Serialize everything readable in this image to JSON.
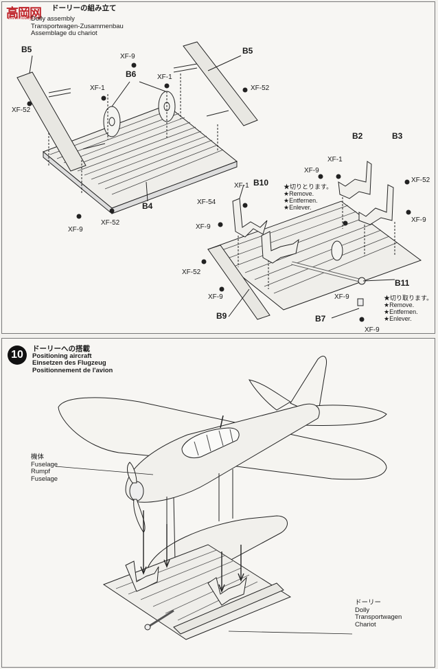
{
  "logo": {
    "text": "高岡网",
    "url_text": "www.hobbyclub"
  },
  "step9": {
    "title_jp": "ドーリーの組み立て",
    "title_en": "Dolly assembly",
    "title_de": "Transportwagen-Zusammenbau",
    "title_fr": "Assemblage du chariot",
    "parts": {
      "b5": "B5",
      "b6": "B6",
      "b4": "B4",
      "b2": "B2",
      "b3": "B3",
      "b10": "B10",
      "b11": "B11",
      "b9": "B9",
      "b7": "B7"
    },
    "colors": {
      "xf1": "XF-1",
      "xf9": "XF-9",
      "xf52": "XF-52",
      "xf54": "XF-54"
    },
    "remove_note": {
      "jp": "★切りとります。",
      "en": "★Remove.",
      "de": "★Entfernen.",
      "fr": "★Enlever."
    },
    "remove_note2": {
      "jp": "★切り取ります。",
      "en": "★Remove.",
      "de": "★Entfernen.",
      "fr": "★Enlever."
    }
  },
  "step10": {
    "number": "10",
    "title_jp": "ドーリーへの搭載",
    "title_en": "Positioning aircraft",
    "title_de": "Einsetzen des Flugzeug",
    "title_fr": "Positionnement de l'avion",
    "fuselage": {
      "jp": "機体",
      "en": "Fuselage",
      "de": "Rumpf",
      "fr": "Fuselage"
    },
    "dolly": {
      "jp": "ドーリー",
      "en": "Dolly",
      "de": "Transportwagen",
      "fr": "Chariot"
    }
  }
}
